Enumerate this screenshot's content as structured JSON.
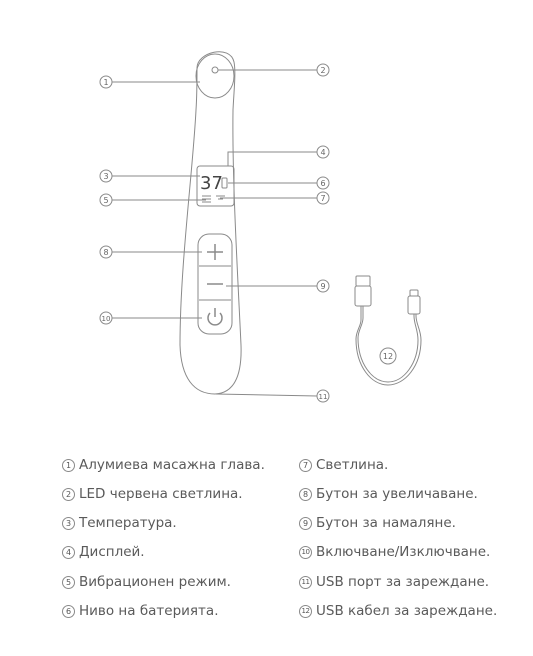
{
  "callouts": [
    "1",
    "2",
    "3",
    "4",
    "5",
    "6",
    "7",
    "8",
    "9",
    "10",
    "11",
    "12"
  ],
  "display": {
    "temperature": "37"
  },
  "legend": [
    {
      "num": "1",
      "text": "Алумиева масажна глава."
    },
    {
      "num": "2",
      "text": "LED червена светлина."
    },
    {
      "num": "3",
      "text": " Температура."
    },
    {
      "num": "4",
      "text": " Дисплей."
    },
    {
      "num": "5",
      "text": "Вибрационен режим."
    },
    {
      "num": "6",
      "text": " Ниво на батерията."
    },
    {
      "num": "7",
      "text": " Светлина."
    },
    {
      "num": "8",
      "text": " Бутон за увеличаване."
    },
    {
      "num": "9",
      "text": " Бутон за намаляне."
    },
    {
      "num": "10",
      "text": " Включване/Изключване."
    },
    {
      "num": "11",
      "text": " USB порт за зареждане."
    },
    {
      "num": "12",
      "text": " USB кабел за зареждане."
    }
  ],
  "colors": {
    "line": "#8a8a8a",
    "text": "#5a5a5a"
  }
}
